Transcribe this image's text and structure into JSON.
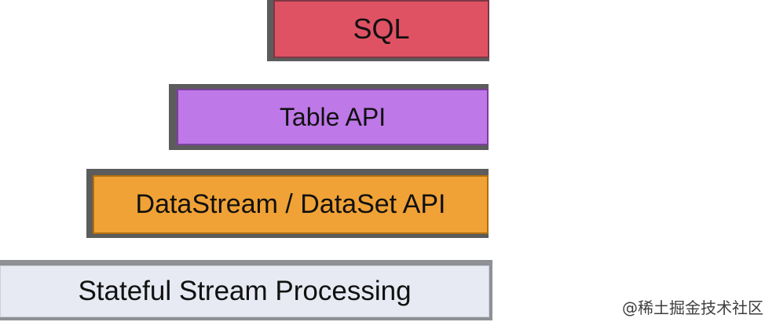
{
  "diagram": {
    "background": "#ffffff",
    "text_color": "#111111",
    "layers": [
      {
        "id": "sql",
        "label": "SQL",
        "fill": "#df5264",
        "border_color": "#7e3744",
        "frame_color": "#5c5c5c"
      },
      {
        "id": "table-api",
        "label": "Table API",
        "fill": "#be78e8",
        "border_color": "#7b3f9c",
        "frame_color": "#5c5c5c"
      },
      {
        "id": "datastream-dataset-api",
        "label": "DataStream / DataSet API",
        "fill": "#f0a236",
        "border_color": "#b06e10",
        "frame_color": "#5c5c5c"
      },
      {
        "id": "stateful-stream-processing",
        "label": "Stateful Stream Processing",
        "fill": "#e7eaf2",
        "border_color": "#c9ced9",
        "frame_color": "#8e9094"
      }
    ],
    "watermark": {
      "text": "@稀土掘金技术社区",
      "color": "#3e3e3e"
    }
  }
}
